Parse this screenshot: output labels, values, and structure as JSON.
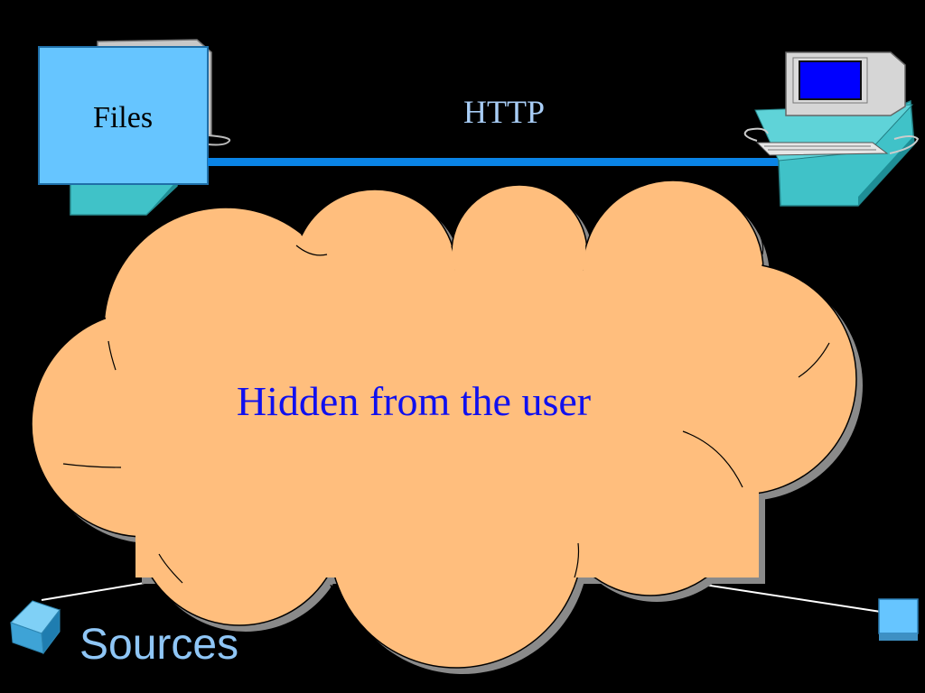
{
  "labels": {
    "files": "Files",
    "protocol": "HTTP",
    "cloud": "Hidden from the user",
    "sources": "Sources"
  },
  "colors": {
    "background": "#000000",
    "cloud_fill": "#ffbe7d",
    "connection_line": "#0a84e6",
    "files_box": "#66c5ff",
    "cube_teal": "#40c2c8",
    "protocol_text": "#a8cdf6",
    "cloud_text": "#1010ee",
    "sources_text": "#8fc6f6"
  },
  "icons": {
    "server": "server-computer-icon",
    "client": "desktop-computer-icon",
    "left_source": "source-cube-icon",
    "right_source": "source-cube-icon"
  }
}
